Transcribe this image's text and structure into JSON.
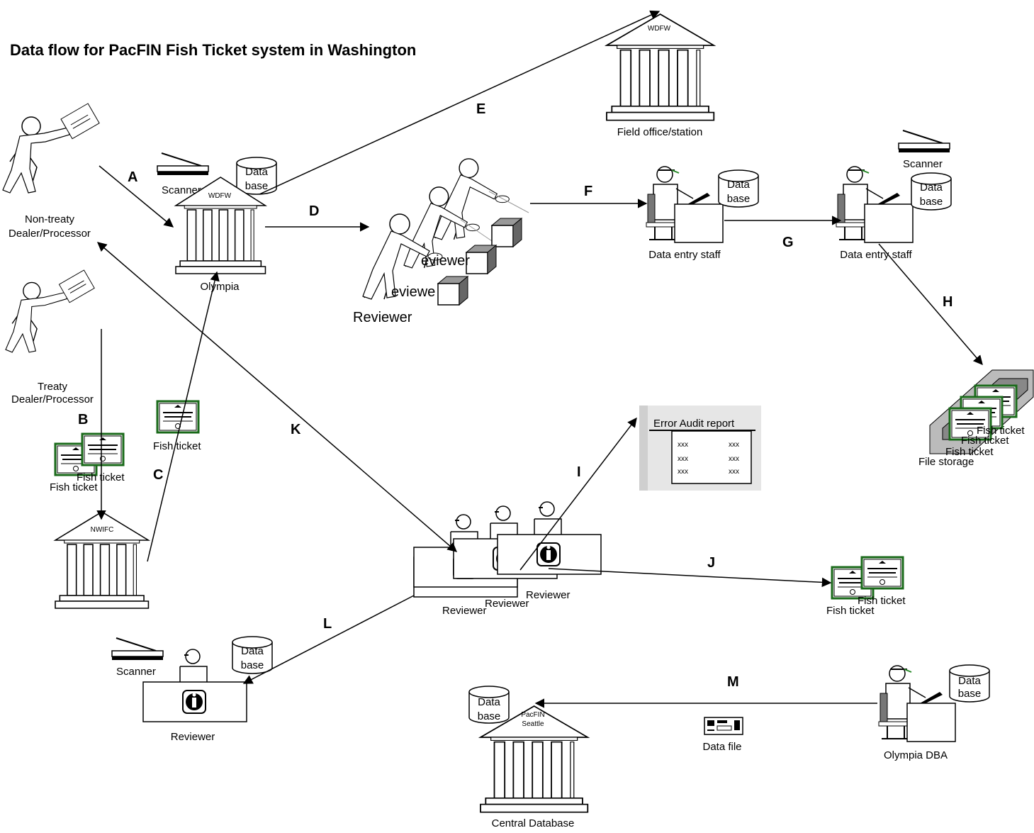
{
  "title": "Data flow for PacFIN Fish Ticket system in Washington",
  "labels": {
    "non_treaty": [
      "Non-treaty",
      "Dealer/Processor"
    ],
    "treaty": [
      "Treaty",
      "Dealer/Processor"
    ],
    "scanner": "Scanner",
    "database": [
      "Data",
      "base"
    ],
    "wdfw": "WDFW",
    "olympia": "Olympia",
    "field_office": "Field office/station",
    "reviewer": "Reviewer",
    "reviewer_partial_1": "eviewer",
    "reviewer_partial_2": "eviewe",
    "data_entry_staff": "Data entry staff",
    "file_storage": "File storage",
    "fish_ticket": "Fish ticket",
    "fish_ticket_partial": "Fish ticket",
    "nwifc": "NWIFC",
    "error_audit_report": "Error Audit report",
    "report_cell": "xxx",
    "pacfin": "PacFIN",
    "seattle": "Seattle",
    "central_database": "Central Database",
    "data_file": "Data file",
    "olympia_dba": "Olympia DBA"
  },
  "flows": [
    "A",
    "B",
    "C",
    "D",
    "E",
    "F",
    "G",
    "H",
    "I",
    "J",
    "K",
    "L",
    "M"
  ]
}
